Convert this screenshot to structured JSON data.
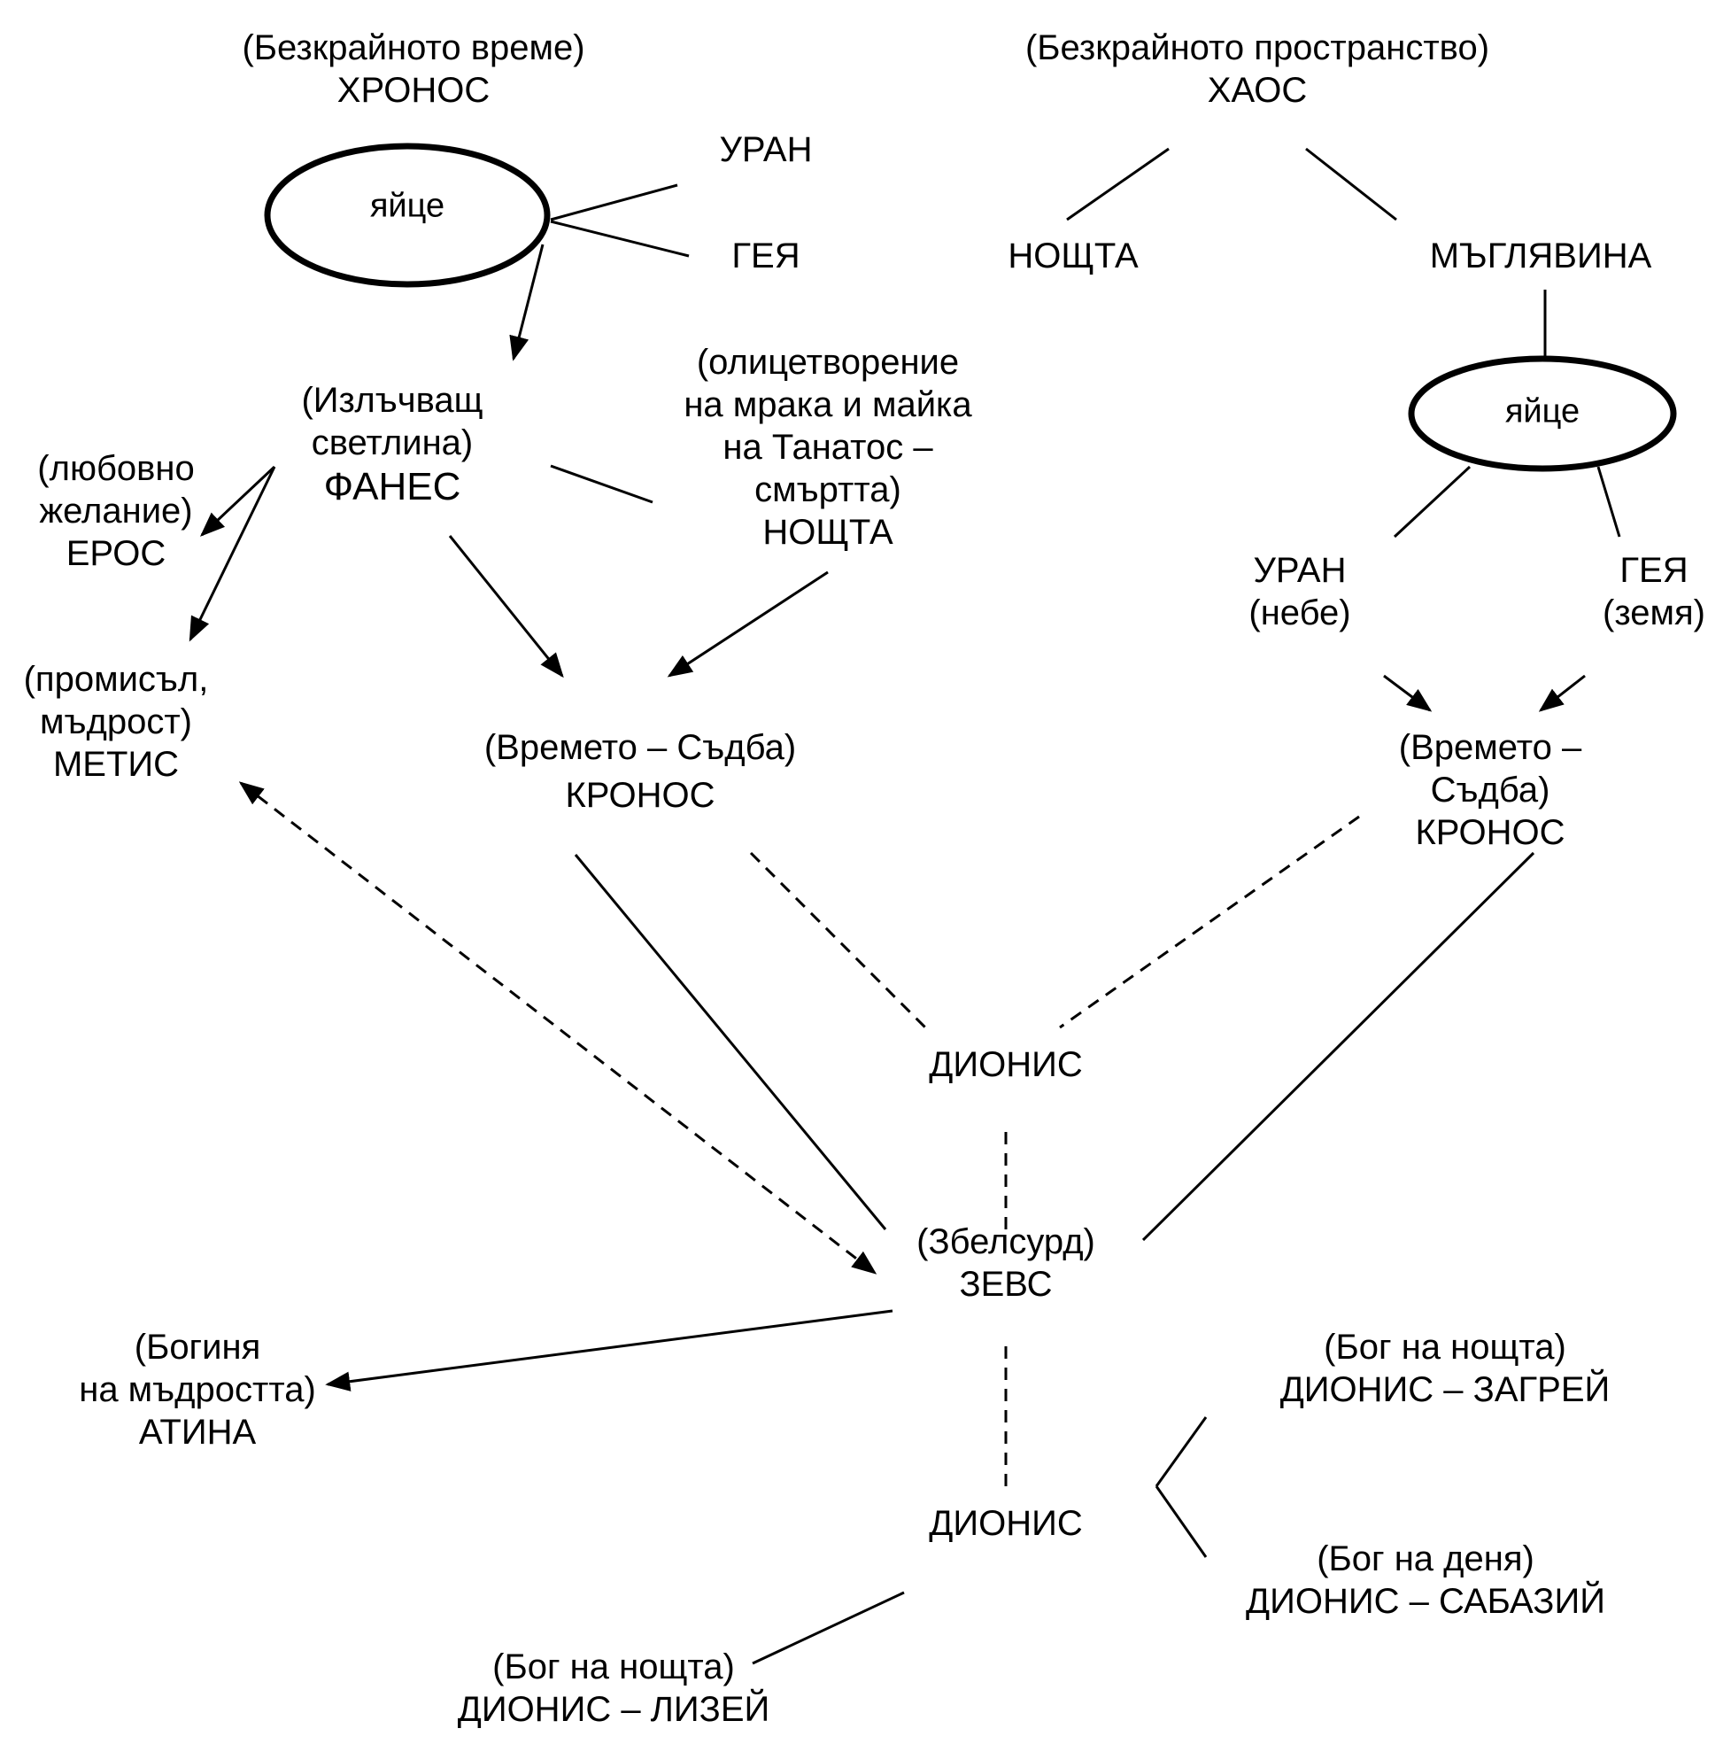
{
  "diagram": {
    "title": "Orphic theogony diagram",
    "nodes": {
      "hronos": [
        "(Безкрайното време)",
        "ХРОНОС"
      ],
      "haos": [
        "(Безкрайното пространство)",
        "ХАОС"
      ],
      "egg_left": "яйце",
      "egg_right": "яйце",
      "uran_left": [
        "УРАН"
      ],
      "geya_left": [
        "ГЕЯ"
      ],
      "noshta_top": [
        "НОЩТА"
      ],
      "maglyavina": [
        "МЪГЛЯВИНА"
      ],
      "fanes": [
        "(Излъчващ",
        "светлина)",
        "ФАНЕС"
      ],
      "noshta_mid": [
        "(олицетворение",
        "на мрака и майка",
        "на Танатос –",
        "смъртта)",
        "НОЩТА"
      ],
      "eros": [
        "(любовно",
        "желание)",
        "ЕРОС"
      ],
      "uran_right": [
        "УРАН",
        "(небе)"
      ],
      "geya_right": [
        "ГЕЯ",
        "(земя)"
      ],
      "metis": [
        "(промисъл,",
        "мъдрост)",
        "МЕТИС"
      ],
      "kronos_left": [
        "(Времето – Съдба)",
        "КРОНОС"
      ],
      "kronos_right": [
        "(Времето –",
        "Съдба)",
        "КРОНОС"
      ],
      "dionis_top": [
        "ДИОНИС"
      ],
      "zevs": [
        "(Збелсурд)",
        "ЗЕВС"
      ],
      "atina": [
        "(Богиня",
        "на мъдростта)",
        "АТИНА"
      ],
      "zagrei": [
        "(Бог на нощта)",
        "ДИОНИС – ЗАГРЕЙ"
      ],
      "dionis_bottom": [
        "ДИОНИС"
      ],
      "sabazii": [
        "(Бог на деня)",
        "ДИОНИС – САБАЗИЙ"
      ],
      "lizei": [
        "(Бог на нощта)",
        "ДИОНИС – ЛИЗЕЙ"
      ]
    },
    "edges": [
      {
        "from": "egg_left",
        "to": "uran_left",
        "style": "solid",
        "arrow": false
      },
      {
        "from": "egg_left",
        "to": "geya_left",
        "style": "solid",
        "arrow": false
      },
      {
        "from": "egg_left",
        "to": "fanes",
        "style": "solid",
        "arrow": true
      },
      {
        "from": "haos",
        "to": "noshta_top",
        "style": "solid",
        "arrow": false
      },
      {
        "from": "haos",
        "to": "maglyavina",
        "style": "solid",
        "arrow": false
      },
      {
        "from": "maglyavina",
        "to": "egg_right",
        "style": "solid",
        "arrow": false
      },
      {
        "from": "egg_right",
        "to": "uran_right",
        "style": "solid",
        "arrow": false
      },
      {
        "from": "egg_right",
        "to": "geya_right",
        "style": "solid",
        "arrow": false
      },
      {
        "from": "fanes",
        "to": "noshta_mid",
        "style": "solid",
        "arrow": false
      },
      {
        "from": "fanes",
        "to": "eros",
        "style": "solid",
        "arrow": true
      },
      {
        "from": "fanes",
        "to": "metis",
        "style": "solid",
        "arrow": true
      },
      {
        "from": "fanes",
        "to": "kronos_left",
        "style": "solid",
        "arrow": true
      },
      {
        "from": "noshta_mid",
        "to": "kronos_left",
        "style": "solid",
        "arrow": true
      },
      {
        "from": "uran_right",
        "to": "kronos_right",
        "style": "solid",
        "arrow": true
      },
      {
        "from": "geya_right",
        "to": "kronos_right",
        "style": "solid",
        "arrow": true
      },
      {
        "from": "kronos_left",
        "to": "zevs",
        "style": "solid",
        "arrow": false
      },
      {
        "from": "kronos_right",
        "to": "zevs",
        "style": "solid",
        "arrow": false
      },
      {
        "from": "kronos_left",
        "to": "dionis_top",
        "style": "dashed",
        "arrow": false
      },
      {
        "from": "kronos_right",
        "to": "dionis_top",
        "style": "dashed",
        "arrow": false
      },
      {
        "from": "dionis_top",
        "to": "zevs",
        "style": "dashed",
        "arrow": false
      },
      {
        "from": "metis",
        "to": "zevs",
        "style": "dashed",
        "arrow": "both"
      },
      {
        "from": "zevs",
        "to": "atina",
        "style": "solid",
        "arrow": true
      },
      {
        "from": "zevs",
        "to": "dionis_bottom",
        "style": "dashed",
        "arrow": false
      },
      {
        "from": "dionis_bottom",
        "to": "zagrei",
        "style": "solid",
        "arrow": false
      },
      {
        "from": "dionis_bottom",
        "to": "sabazii",
        "style": "solid",
        "arrow": false
      },
      {
        "from": "dionis_bottom",
        "to": "lizei",
        "style": "solid",
        "arrow": false
      }
    ]
  }
}
